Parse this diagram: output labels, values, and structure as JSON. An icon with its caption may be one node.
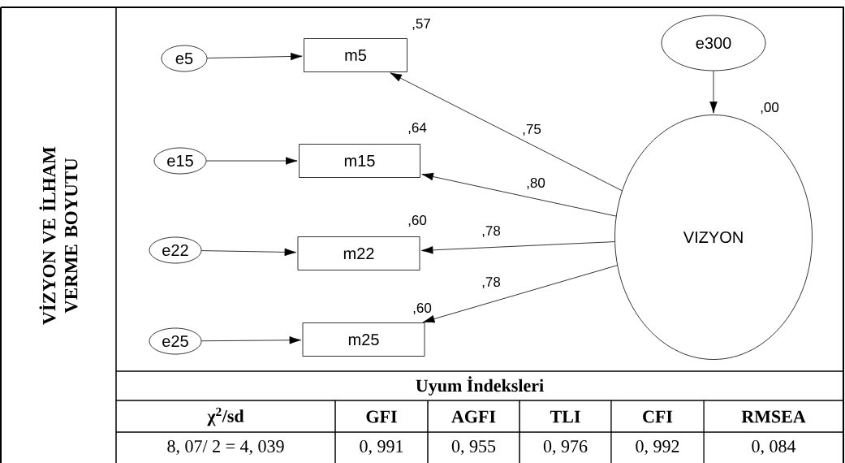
{
  "diagram": {
    "title": "VİZYON VE İLHAM VERME BOYUTU",
    "nodes": [
      {
        "text": [
          "e5"
        ]
      },
      {
        "text": [
          "m5"
        ],
        "beside": [
          ",57"
        ]
      },
      {
        "text": [
          "e15"
        ]
      },
      {
        "text": [
          "m15"
        ],
        "beside": [
          ",64"
        ]
      },
      {
        "text": [
          "e22"
        ]
      },
      {
        "text": [
          "m22"
        ],
        "beside": [
          ",60"
        ]
      },
      {
        "text": [
          "e25"
        ]
      },
      {
        "text": [
          "m25"
        ],
        "beside": [
          ",60"
        ]
      },
      {
        "text": [
          "e300"
        ]
      },
      {
        "text": [
          "VIZYON"
        ],
        "beside": [
          ",00"
        ]
      }
    ],
    "edges": [
      {
        "from": 0,
        "to": 1,
        "arrow": "to"
      },
      {
        "from": 2,
        "to": 3,
        "arrow": "to"
      },
      {
        "from": 4,
        "to": 5,
        "arrow": "to"
      },
      {
        "from": 6,
        "to": 7,
        "arrow": "to"
      },
      {
        "from": 9,
        "to": 1,
        "arrow": "to",
        "label": ",75"
      },
      {
        "from": 9,
        "to": 3,
        "arrow": "to",
        "label": ",80"
      },
      {
        "from": 9,
        "to": 5,
        "arrow": "to",
        "label": ",78"
      },
      {
        "from": 9,
        "to": 7,
        "arrow": "to",
        "label": ",78"
      },
      {
        "from": 8,
        "to": 9,
        "arrow": "to"
      }
    ],
    "labels": [
      "Uyum İndeksleri",
      "χ$^{2}$/sd",
      "GFI",
      "AGFI",
      "TLI",
      "CFI",
      "RMSEA",
      "8, 07/ 2 = 4, 039",
      "0, 991",
      "0, 955",
      "0, 976",
      "0, 992",
      "0, 084"
    ]
  }
}
